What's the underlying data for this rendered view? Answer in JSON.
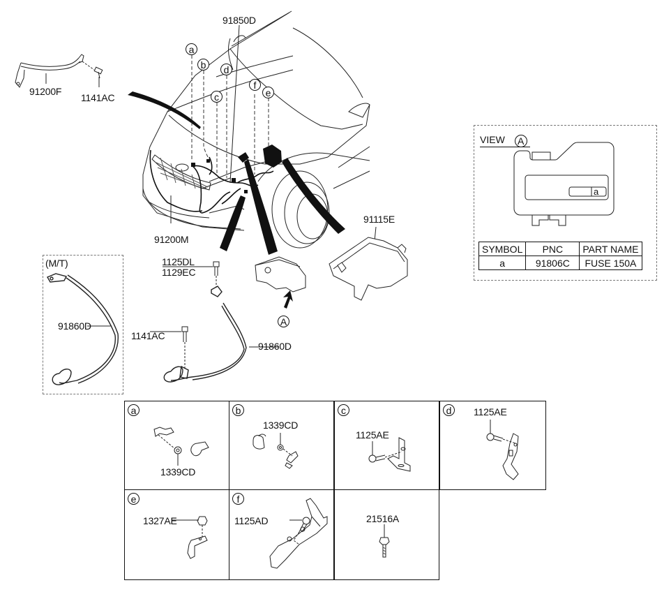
{
  "main_diagram": {
    "labels": {
      "p91200F": "91200F",
      "p1141AC_top": "1141AC",
      "p91850D": "91850D",
      "p91200M": "91200M",
      "p91115E": "91115E",
      "p1125DL": "1125DL",
      "p1129EC": "1129EC",
      "p1141AC_bottom": "1141AC",
      "p91860D_main": "91860D",
      "p91860D_mt": "91860D",
      "mt_label": "(M/T)",
      "view_marker": "A"
    },
    "callouts": [
      "a",
      "b",
      "c",
      "d",
      "e",
      "f"
    ]
  },
  "view_a": {
    "title": "VIEW",
    "marker": "A",
    "fuse_symbol": "a",
    "table": {
      "headers": [
        "SYMBOL",
        "PNC",
        "PART NAME"
      ],
      "rows": [
        [
          "a",
          "91806C",
          "FUSE 150A"
        ]
      ]
    }
  },
  "detail_grid": [
    {
      "symbol": "a",
      "part": "1339CD"
    },
    {
      "symbol": "b",
      "part": "1339CD"
    },
    {
      "symbol": "c",
      "part": "1125AE"
    },
    {
      "symbol": "d",
      "part": "1125AE"
    },
    {
      "symbol": "e",
      "part": "1327AE"
    },
    {
      "symbol": "f",
      "part": "1125AD"
    },
    {
      "symbol": "",
      "part": "21516A"
    }
  ]
}
